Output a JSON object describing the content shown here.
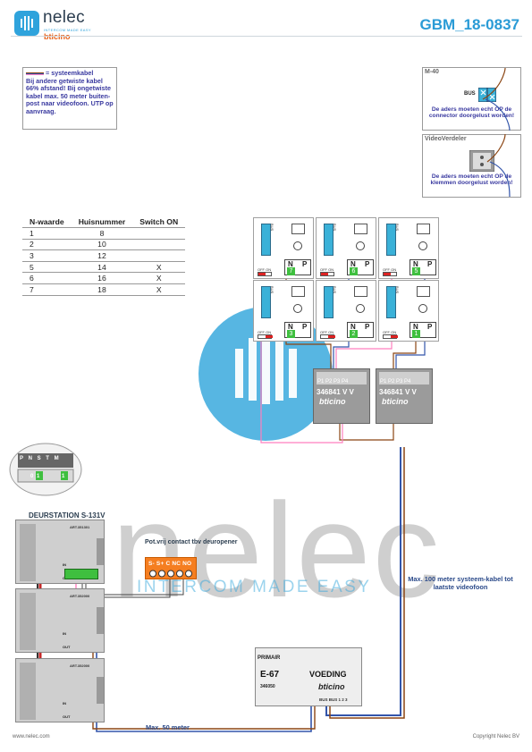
{
  "header": {
    "logo_name": "nelec",
    "logo_tagline": "INTERCOM MADE EASY",
    "logo_brand": "bticino",
    "doc_code": "GBM_18-0837"
  },
  "legend": {
    "title": "= systeemkabel",
    "body": "Bij andere getwiste kabel 66% afstand! Bij ongetwiste kabel max. 50 meter buiten-post naar videofoon. UTP op aanvraag."
  },
  "side_boxes": [
    {
      "title": "M-40",
      "part_label": "BUS",
      "note": "De aders moeten echt OP de connector doorgelust worden!"
    },
    {
      "title": "VideoVerdeler",
      "note": "De aders moeten echt OP de klemmen doorgelust worden!"
    }
  ],
  "n_table": {
    "headers": [
      "N-waarde",
      "Huisnummer",
      "Switch ON"
    ],
    "rows": [
      [
        "1",
        "8",
        ""
      ],
      [
        "2",
        "10",
        ""
      ],
      [
        "3",
        "12",
        ""
      ],
      [
        "5",
        "14",
        "X"
      ],
      [
        "6",
        "16",
        "X"
      ],
      [
        "7",
        "18",
        "X"
      ]
    ]
  },
  "monitors": [
    {
      "n": "7",
      "switch": "OFF ON"
    },
    {
      "n": "6",
      "switch": "OFF ON"
    },
    {
      "n": "5",
      "switch": "OFF ON"
    },
    {
      "n": "3",
      "switch": "OFF ON"
    },
    {
      "n": "2",
      "switch": "OFF ON"
    },
    {
      "n": "1",
      "switch": "OFF ON"
    }
  ],
  "monitor_labels": {
    "n": "N",
    "p": "P",
    "bus": "BUS"
  },
  "distributors": [
    {
      "ports": "P1 P2 P3 P4",
      "model": "346841",
      "vv": "V V",
      "brand": "bticino"
    },
    {
      "ports": "P1 P2 P3 P4",
      "model": "346841",
      "vv": "V V",
      "brand": "bticino"
    }
  ],
  "doorstation": {
    "title": "DEURSTATION S-131V",
    "keypad_labels": [
      "P",
      "N",
      "S",
      "T",
      "M"
    ],
    "keypad_values": [
      "0",
      "1",
      "1"
    ],
    "module_codes": [
      "ART.351301",
      "ART.352000",
      "ART.352000"
    ],
    "in_label": "IN",
    "out_label": "OUT"
  },
  "relay": {
    "label": "Pot.vrij contact tbv deuropener",
    "terminals": "S-  S+ C  NC NO"
  },
  "psu": {
    "primary": "PRIMAIR",
    "model": "E-67",
    "name": "VOEDING",
    "code": "346050",
    "brand": "bticino",
    "terminals": "BUS BUS 1 2 3"
  },
  "cable_notes": {
    "max100": "Max. 100 meter systeem-kabel tot laatste videofoon",
    "max50": "Max. 50 meter"
  },
  "footer": {
    "left": "www.nelec.com",
    "right": "Copyright Nelec BV"
  },
  "watermark": {
    "text": "nelec",
    "tagline": "INTERCOM MADE EASY"
  },
  "colors": {
    "accent": "#2a9bd6",
    "brand_orange": "#e8621b",
    "relay": "#f57e20",
    "terminal_blue": "#3ab1d8",
    "cable_brown": "#8b4513",
    "cable_blue": "#3355aa",
    "cable_pink": "#ff7fbf"
  }
}
